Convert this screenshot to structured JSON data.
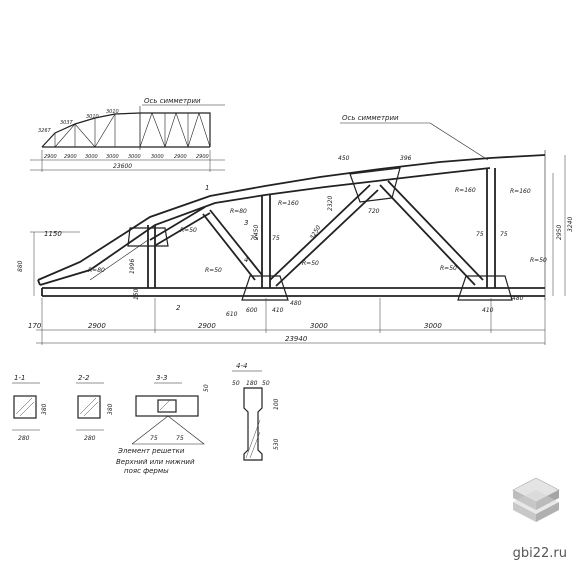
{
  "main_drawing": {
    "axis_label": "Ось симметрии",
    "overall_width": "23940",
    "bay_2900_a": "2900",
    "bay_2900_b": "2900",
    "bay_3000_a": "3000",
    "bay_3000_b": "3000",
    "left_offset": "170",
    "height_total": "3240",
    "height_inner": "2950",
    "height_left": "1150",
    "height_support": "880",
    "r80": "R=80",
    "r160": "R=160",
    "r50": "R=50",
    "node_450": "450",
    "node_396": "396",
    "d75": "75",
    "d150": "150",
    "d410": "410",
    "d480": "480",
    "d600": "600",
    "d720": "720",
    "d2320": "2320",
    "d1996": "1996",
    "d3250": "3250",
    "d2450": "2450",
    "d610": "610",
    "sec1": "1",
    "sec2": "2",
    "sec3": "3",
    "sec4": "4"
  },
  "schema": {
    "axis_label": "Ось симметрии",
    "total": "23600",
    "seg1": "2900",
    "seg2": "2900",
    "seg3": "3000",
    "seg4": "3000",
    "seg5": "3000",
    "seg6": "3000",
    "seg7": "2900",
    "seg8": "2900",
    "h1": "3267",
    "h2": "3037",
    "h3": "3010",
    "h4": "3010"
  },
  "sections": {
    "s11_title": "1-1",
    "s11_h": "380",
    "s11_w": "280",
    "s22_title": "2-2",
    "s22_h": "380",
    "s22_w": "280",
    "s33_title": "3-3",
    "s33_a": "75",
    "s33_b": "75",
    "s33_h": "50",
    "s44_title": "4-4",
    "s44_a": "50",
    "s44_b": "180",
    "s44_c": "50",
    "s44_h1": "100",
    "s44_h2": "530",
    "note_lattice": "Элемент решетки",
    "note_chord": "Верхний или нижний",
    "note_chord2": "пояс фермы"
  },
  "watermark": "gbi22.ru",
  "logo_icon": "stacked-slabs-icon"
}
